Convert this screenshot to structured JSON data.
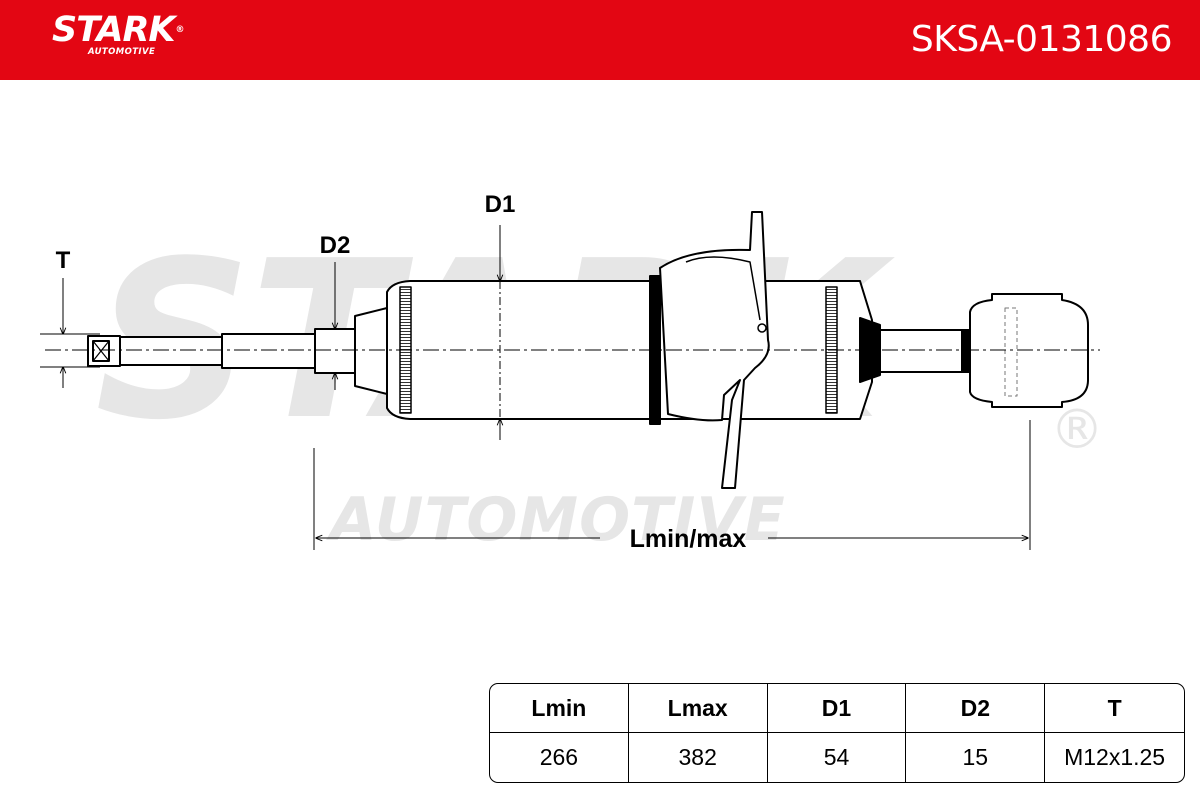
{
  "header": {
    "brand": "STARK",
    "brand_sub": "AUTOMOTIVE",
    "part_number": "SKSA-0131086",
    "color": "#e30613"
  },
  "watermark": {
    "main": "STARK",
    "sub": "AUTOMOTIVE",
    "registered": "®"
  },
  "diagram_labels": {
    "thread": "T",
    "rod_diameter": "D2",
    "body_diameter": "D1",
    "length": "Lmin/max"
  },
  "spec_table": {
    "headers": [
      "Lmin",
      "Lmax",
      "D1",
      "D2",
      "T"
    ],
    "values": [
      "266",
      "382",
      "54",
      "15",
      "M12x1.25"
    ]
  }
}
